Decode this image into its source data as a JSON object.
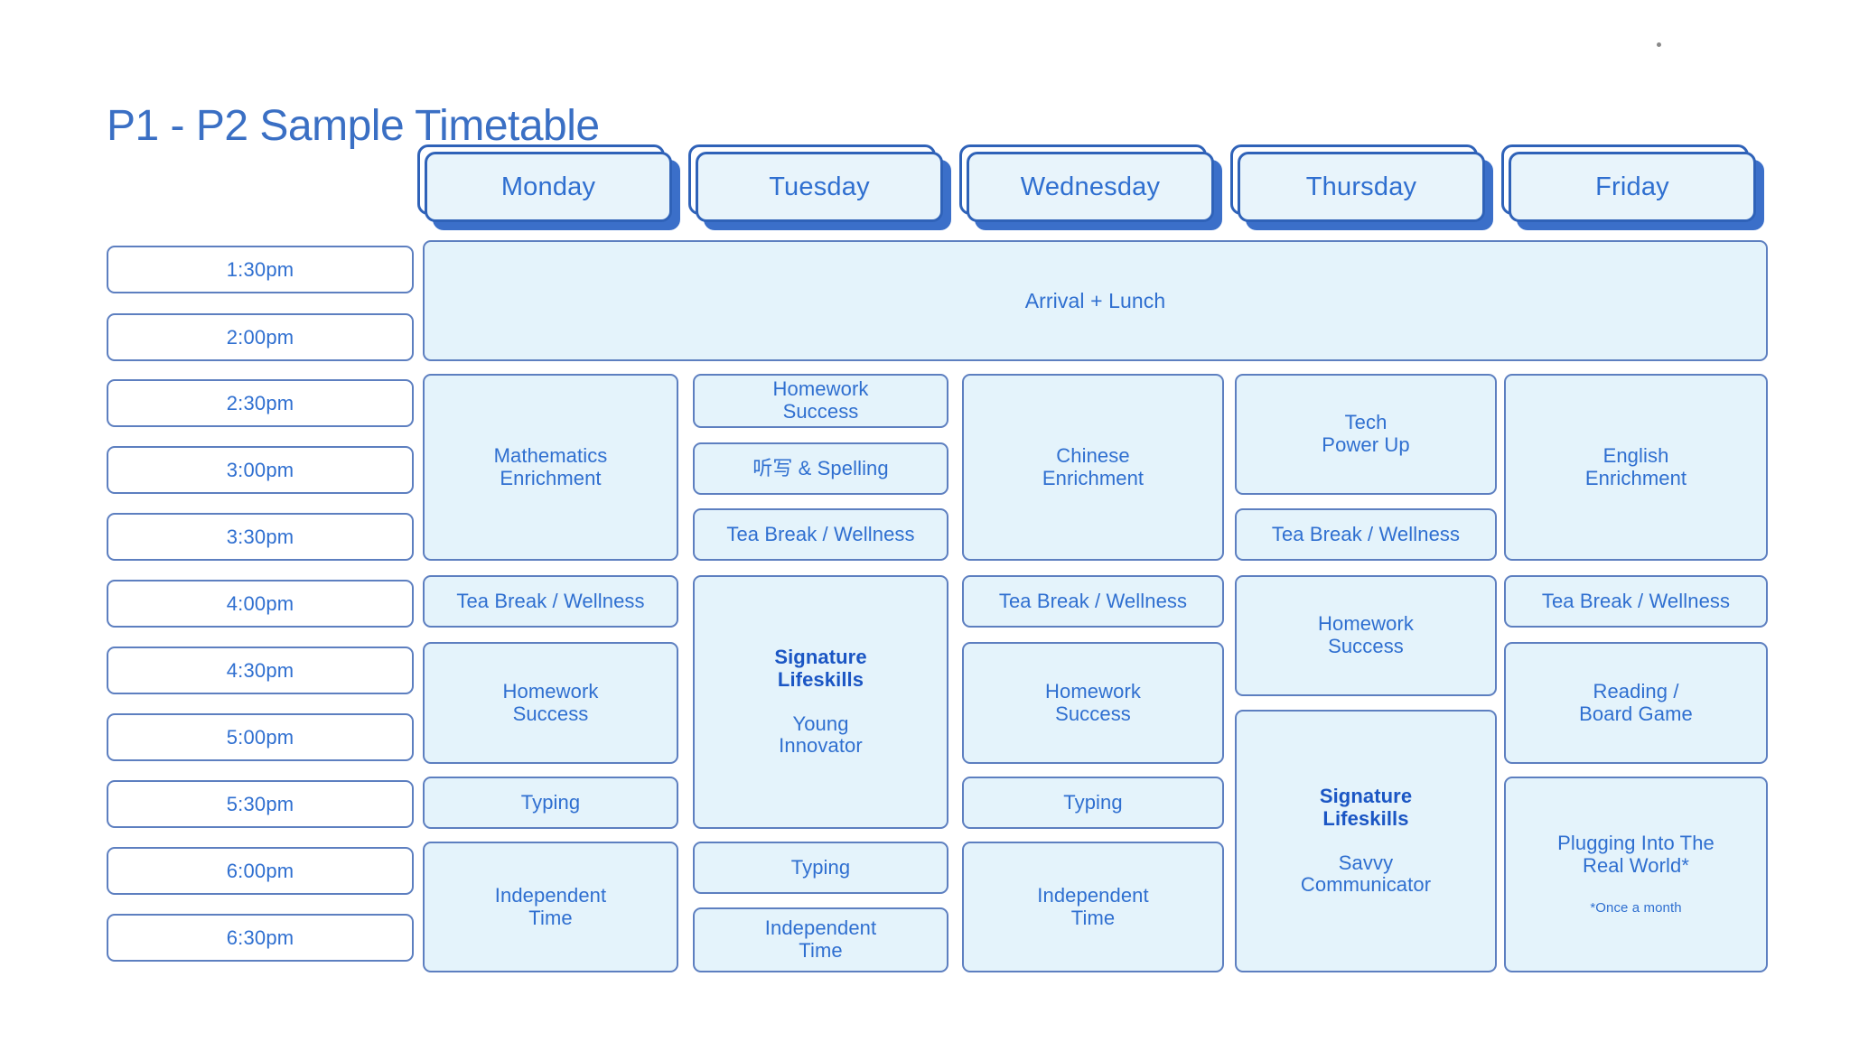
{
  "page": {
    "title": "P1 - P2 Sample Timetable",
    "accent_blue": "#2f6fd0",
    "header_border_blue": "#2f62b8",
    "cell_fill": "#e4f3fb",
    "cell_border": "#5d7fc0",
    "header_fill": "#e8f4fb",
    "shadow_blue": "#3b6fc9"
  },
  "days": [
    {
      "label": "Monday"
    },
    {
      "label": "Tuesday"
    },
    {
      "label": "Wednesday"
    },
    {
      "label": "Thursday"
    },
    {
      "label": "Friday"
    }
  ],
  "times": [
    {
      "label": "1:30pm"
    },
    {
      "label": "2:00pm"
    },
    {
      "label": "2:30pm"
    },
    {
      "label": "3:00pm"
    },
    {
      "label": "3:30pm"
    },
    {
      "label": "4:00pm"
    },
    {
      "label": "4:30pm"
    },
    {
      "label": "5:00pm"
    },
    {
      "label": "5:30pm"
    },
    {
      "label": "6:00pm"
    },
    {
      "label": "6:30pm"
    }
  ],
  "full_width_row": {
    "label": "Arrival + Lunch",
    "span_times": [
      "1:30pm",
      "2:00pm"
    ]
  },
  "columns": {
    "monday": [
      {
        "label": "Mathematics\nEnrichment",
        "times": [
          "2:30pm",
          "3:00pm",
          "3:30pm"
        ]
      },
      {
        "label": "Tea Break / Wellness",
        "times": [
          "4:00pm"
        ]
      },
      {
        "label": "Homework\nSuccess",
        "times": [
          "4:30pm",
          "5:00pm"
        ]
      },
      {
        "label": "Typing",
        "times": [
          "5:30pm"
        ]
      },
      {
        "label": "Independent\nTime",
        "times": [
          "6:00pm",
          "6:30pm"
        ]
      }
    ],
    "tuesday": [
      {
        "label": "Homework\nSuccess",
        "times": [
          "2:30pm"
        ]
      },
      {
        "label": "听写 & Spelling",
        "times": [
          "3:00pm"
        ]
      },
      {
        "label": "Tea Break / Wellness",
        "times": [
          "3:30pm"
        ]
      },
      {
        "label": "Signature\nLifeskills",
        "sublabel": "Young\nInnovator",
        "times": [
          "4:00pm",
          "4:30pm",
          "5:00pm",
          "5:30pm"
        ]
      },
      {
        "label": "Typing",
        "times": [
          "6:00pm"
        ]
      },
      {
        "label": "Independent\nTime",
        "times": [
          "6:30pm"
        ]
      }
    ],
    "wednesday": [
      {
        "label": "Chinese\nEnrichment",
        "times": [
          "2:30pm",
          "3:00pm",
          "3:30pm"
        ]
      },
      {
        "label": "Tea Break / Wellness",
        "times": [
          "4:00pm"
        ]
      },
      {
        "label": "Homework\nSuccess",
        "times": [
          "4:30pm",
          "5:00pm"
        ]
      },
      {
        "label": "Typing",
        "times": [
          "5:30pm"
        ]
      },
      {
        "label": "Independent\nTime",
        "times": [
          "6:00pm",
          "6:30pm"
        ]
      }
    ],
    "thursday": [
      {
        "label": "Tech\nPower Up",
        "times": [
          "2:30pm",
          "3:00pm"
        ]
      },
      {
        "label": "Tea Break / Wellness",
        "times": [
          "3:30pm"
        ]
      },
      {
        "label": "Homework\nSuccess",
        "times": [
          "4:00pm",
          "4:30pm"
        ]
      },
      {
        "label": "Signature\nLifeskills",
        "sublabel": "Savvy\nCommunicator",
        "times": [
          "5:00pm",
          "5:30pm",
          "6:00pm",
          "6:30pm"
        ]
      }
    ],
    "friday": [
      {
        "label": "English\nEnrichment",
        "times": [
          "2:30pm",
          "3:00pm",
          "3:30pm"
        ]
      },
      {
        "label": "Tea Break / Wellness",
        "times": [
          "4:00pm"
        ]
      },
      {
        "label": "Reading /\nBoard Game",
        "times": [
          "4:30pm",
          "5:00pm"
        ]
      },
      {
        "label": "Plugging Into The\nReal World*",
        "footnote": "*Once a month",
        "times": [
          "5:30pm",
          "6:00pm",
          "6:30pm"
        ]
      }
    ]
  }
}
